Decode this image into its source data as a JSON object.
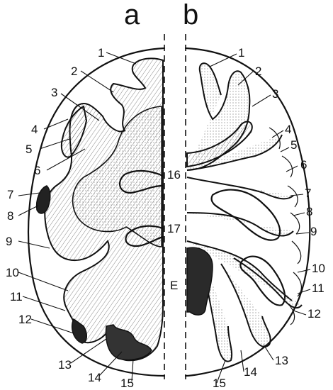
{
  "panels": {
    "left": "a",
    "right": "b"
  },
  "left_labels": [
    "1",
    "2",
    "3",
    "4",
    "5",
    "6",
    "7",
    "8",
    "9",
    "10",
    "11",
    "12",
    "13",
    "14",
    "15",
    "16",
    "17"
  ],
  "right_labels": [
    "1",
    "2",
    "3",
    "4",
    "5",
    "6",
    "7",
    "8",
    "9",
    "10",
    "11",
    "12",
    "13",
    "14",
    "15"
  ],
  "marker_E": "E"
}
